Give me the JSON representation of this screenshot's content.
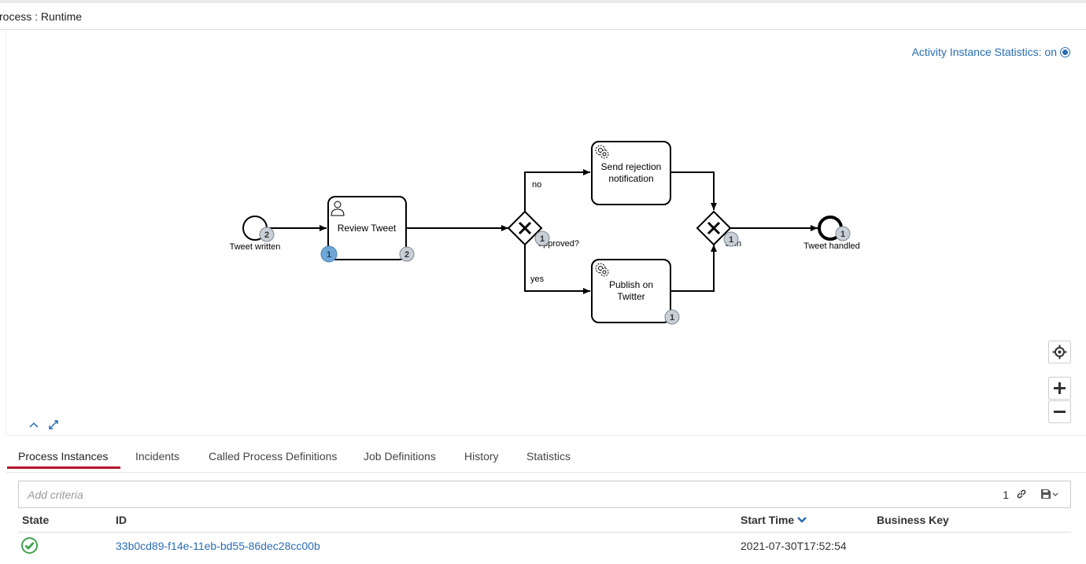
{
  "header": {
    "title": "rocess : Runtime"
  },
  "diagram": {
    "stats_toggle_label": "Activity Instance Statistics: on",
    "start_event": {
      "label": "Tweet written",
      "badge": "2"
    },
    "review_task": {
      "label": "Review Tweet",
      "badge_active": "1",
      "badge_done": "2"
    },
    "gateway_split": {
      "label": "approved?",
      "badge": "1"
    },
    "flow_no": "no",
    "flow_yes": "yes",
    "rejection_task": {
      "label_line1": "Send rejection",
      "label_line2": "notification"
    },
    "publish_task": {
      "label_line1": "Publish on",
      "label_line2": "Twitter",
      "badge": "1"
    },
    "gateway_join": {
      "label": "Join",
      "badge": "1"
    },
    "end_event": {
      "label": "Tweet handled",
      "badge": "1"
    }
  },
  "tabs": [
    {
      "label": "Process Instances",
      "active": true
    },
    {
      "label": "Incidents"
    },
    {
      "label": "Called Process Definitions"
    },
    {
      "label": "Job Definitions"
    },
    {
      "label": "History"
    },
    {
      "label": "Statistics"
    }
  ],
  "search": {
    "placeholder": "Add criteria",
    "count": "1"
  },
  "table": {
    "headers": {
      "state": "State",
      "id": "ID",
      "start_time": "Start Time",
      "business_key": "Business Key"
    },
    "rows": [
      {
        "state": "completed",
        "id": "33b0cd89-f14e-11eb-bd55-86dec28cc00b",
        "start_time": "2021-07-30T17:52:54",
        "business_key": ""
      }
    ]
  },
  "colors": {
    "accent": "#2a6cb4",
    "tab_underline": "#b5152b",
    "badge_active": "#6fa8d8",
    "badge_done": "#c9cfd6",
    "ok_green": "#3fa34d"
  }
}
